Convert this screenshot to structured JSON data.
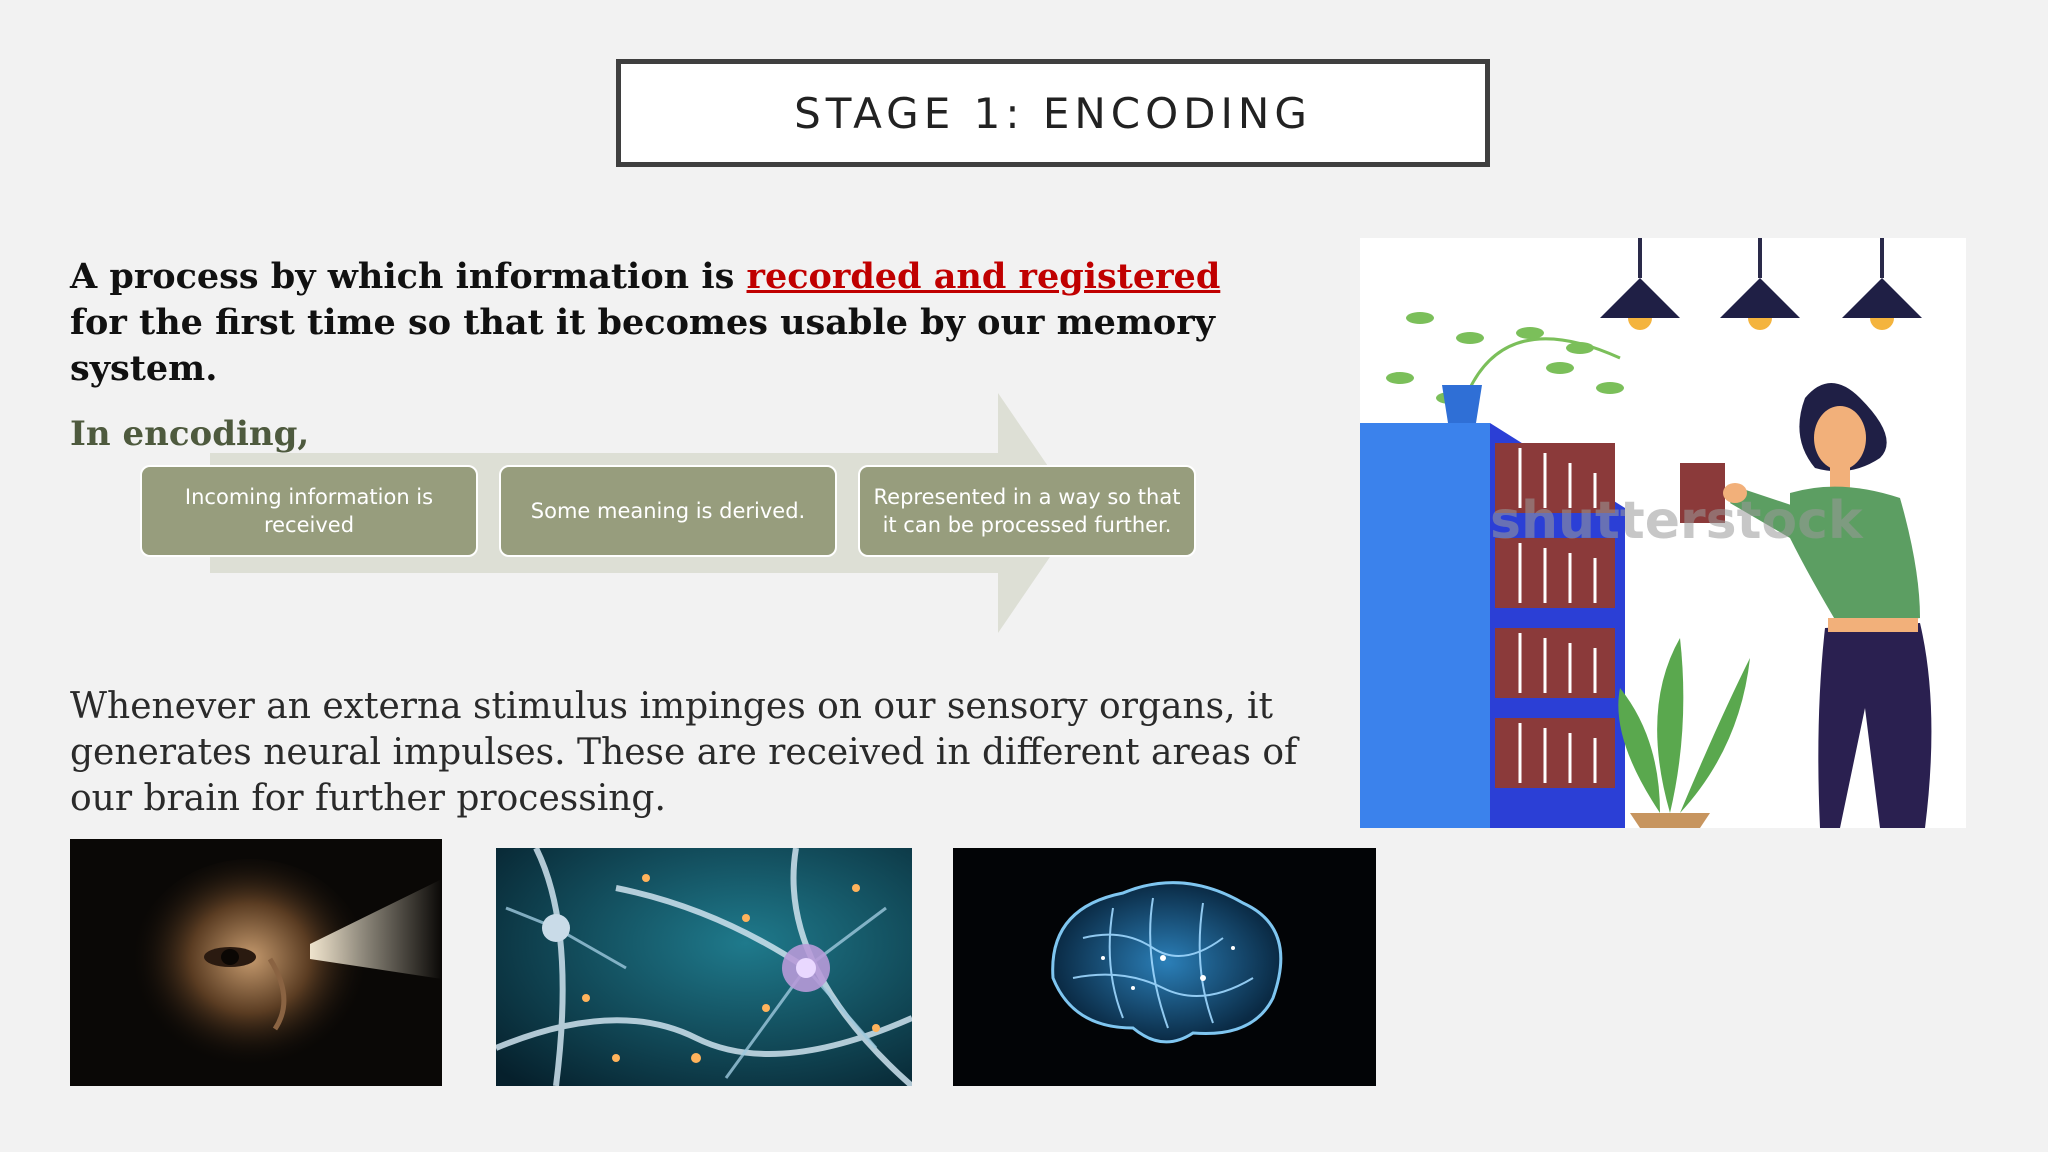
{
  "slide": {
    "title": "STAGE 1: ENCODING",
    "definition": {
      "before": "A process by which information is ",
      "highlight": "recorded and registered",
      "after": " for the first time so that it becomes usable by our memory system."
    },
    "encoding_label": "In encoding,",
    "steps": [
      {
        "label": "Incoming information is received"
      },
      {
        "label": "Some meaning is derived."
      },
      {
        "label": "Represented in a way so that it can be processed further."
      }
    ],
    "paragraph": "Whenever an externa stimulus impinges on our sensory organs, it generates neural impulses. These are received in different areas of our brain for further processing.",
    "watermark": "shutterstock"
  },
  "colors": {
    "background": "#f2f2f2",
    "highlight": "#c00000",
    "step_fill": "#979d7d",
    "arrow_fill": "#dddfd5",
    "encoding_label": "#4e5a3e"
  },
  "icons": [
    "woman-library-illustration",
    "eye-light-photo",
    "neuron-photo",
    "brain-photo"
  ]
}
